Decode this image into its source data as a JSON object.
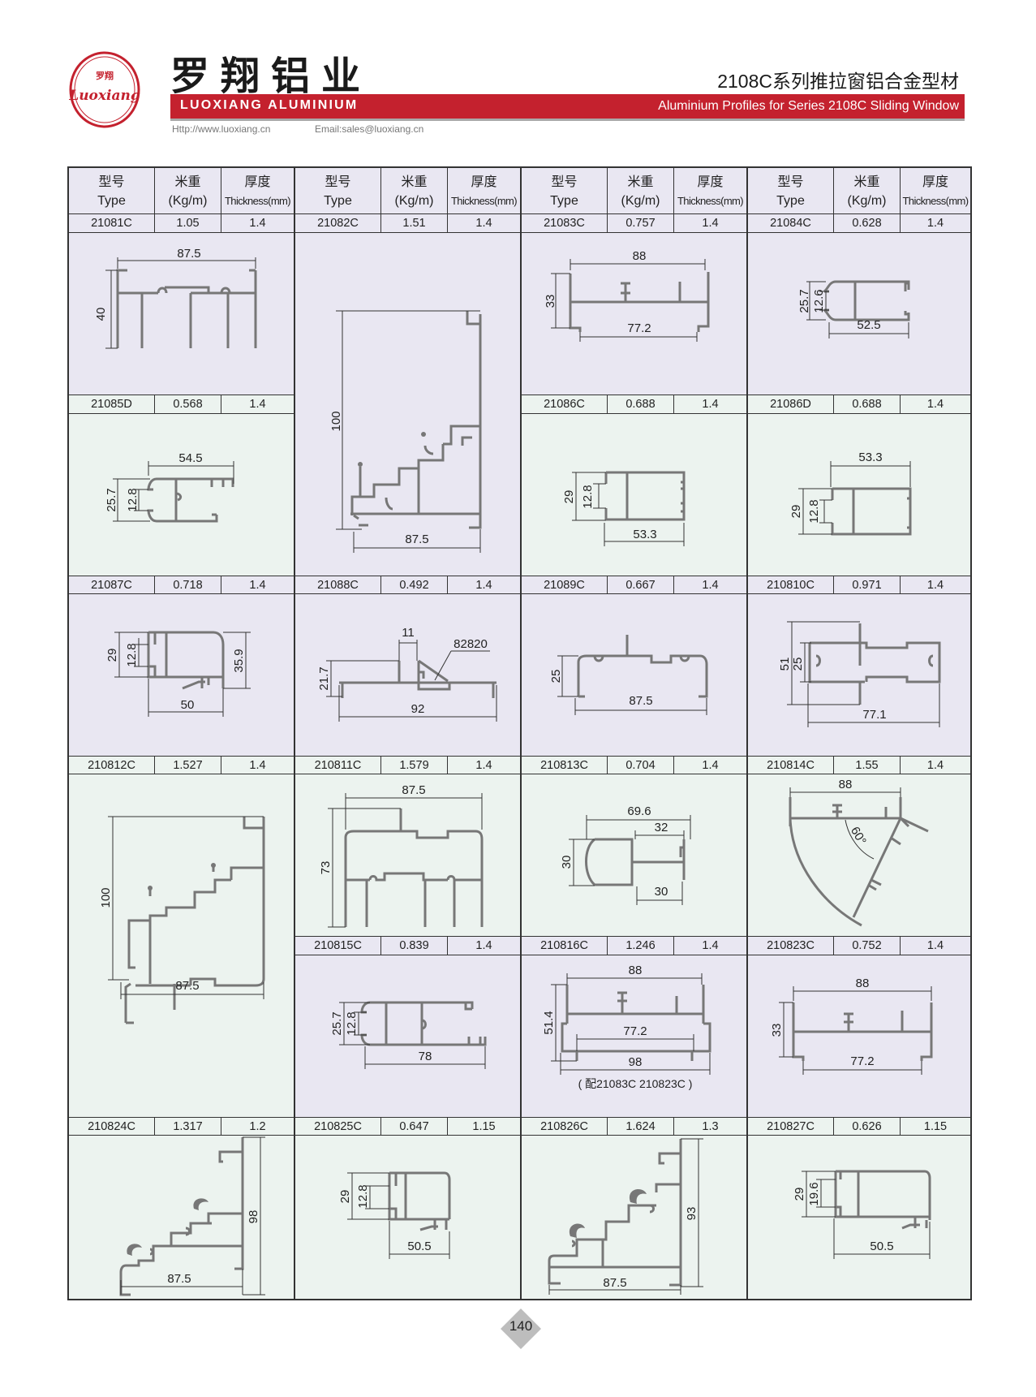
{
  "header": {
    "logo": {
      "cn": "罗翔",
      "script": "Luoxiang"
    },
    "brand_cn": "罗翔铝业",
    "brand_en": "LUOXIANG ALUMINIUM",
    "title_cn": "2108C系列推拉窗铝合金型材",
    "subtitle_en": "Aluminium Profiles for Series 2108C Sliding Window",
    "website": "Http://www.luoxiang.cn",
    "email": "Email:sales@luoxiang.cn",
    "colors": {
      "brand_red": "#c4212e",
      "lavender": "#e9e7f2",
      "mint": "#ecf3ef",
      "profile_gray": "#777777"
    }
  },
  "table": {
    "columns": [
      {
        "cn": "型号",
        "en": "Type"
      },
      {
        "cn": "米重",
        "en": "(Kg/m)"
      },
      {
        "cn": "厚度",
        "en": "Thickness(mm)"
      }
    ],
    "profiles": [
      {
        "type": "21081C",
        "weight": "1.05",
        "thickness": "1.4",
        "dims": [
          "87.5",
          "40"
        ]
      },
      {
        "type": "21082C",
        "weight": "1.51",
        "thickness": "1.4",
        "dims": [
          "100",
          "87.5"
        ]
      },
      {
        "type": "21083C",
        "weight": "0.757",
        "thickness": "1.4",
        "dims": [
          "88",
          "33",
          "77.2"
        ]
      },
      {
        "type": "21084C",
        "weight": "0.628",
        "thickness": "1.4",
        "dims": [
          "25.7",
          "12.6",
          "52.5"
        ]
      },
      {
        "type": "21085D",
        "weight": "0.568",
        "thickness": "1.4",
        "dims": [
          "54.5",
          "25.7",
          "12.8"
        ]
      },
      {
        "type": "21086C",
        "weight": "0.688",
        "thickness": "1.4",
        "dims": [
          "29",
          "12.8",
          "53.3"
        ]
      },
      {
        "type": "21086D",
        "weight": "0.688",
        "thickness": "1.4",
        "dims": [
          "53.3",
          "29",
          "12.8"
        ]
      },
      {
        "type": "21087C",
        "weight": "0.718",
        "thickness": "1.4",
        "dims": [
          "29",
          "12.8",
          "35.9",
          "50"
        ]
      },
      {
        "type": "21088C",
        "weight": "0.492",
        "thickness": "1.4",
        "dims": [
          "11",
          "82820",
          "21.7",
          "92"
        ]
      },
      {
        "type": "21089C",
        "weight": "0.667",
        "thickness": "1.4",
        "dims": [
          "25",
          "87.5"
        ]
      },
      {
        "type": "210810C",
        "weight": "0.971",
        "thickness": "1.4",
        "dims": [
          "51",
          "25",
          "77.1"
        ]
      },
      {
        "type": "210812C",
        "weight": "1.527",
        "thickness": "1.4",
        "dims": [
          "100",
          "87.5"
        ]
      },
      {
        "type": "210811C",
        "weight": "1.579",
        "thickness": "1.4",
        "dims": [
          "87.5",
          "73"
        ]
      },
      {
        "type": "210813C",
        "weight": "0.704",
        "thickness": "1.4",
        "dims": [
          "69.6",
          "32",
          "30",
          "30"
        ]
      },
      {
        "type": "210814C",
        "weight": "1.55",
        "thickness": "1.4",
        "dims": [
          "88",
          "60°"
        ]
      },
      {
        "type": "210815C",
        "weight": "0.839",
        "thickness": "1.4",
        "dims": [
          "25.7",
          "12.8",
          "78"
        ]
      },
      {
        "type": "210816C",
        "weight": "1.246",
        "thickness": "1.4",
        "dims": [
          "88",
          "51.4",
          "77.2",
          "98"
        ],
        "note": "( 配21083C 210823C )"
      },
      {
        "type": "210823C",
        "weight": "0.752",
        "thickness": "1.4",
        "dims": [
          "88",
          "33",
          "77.2"
        ]
      },
      {
        "type": "210824C",
        "weight": "1.317",
        "thickness": "1.2",
        "dims": [
          "98",
          "87.5"
        ]
      },
      {
        "type": "210825C",
        "weight": "0.647",
        "thickness": "1.15",
        "dims": [
          "29",
          "12.8",
          "50.5"
        ]
      },
      {
        "type": "210826C",
        "weight": "1.624",
        "thickness": "1.3",
        "dims": [
          "93",
          "87.5"
        ]
      },
      {
        "type": "210827C",
        "weight": "0.626",
        "thickness": "1.15",
        "dims": [
          "29",
          "19.6",
          "50.5"
        ]
      }
    ]
  },
  "page_number": "140"
}
